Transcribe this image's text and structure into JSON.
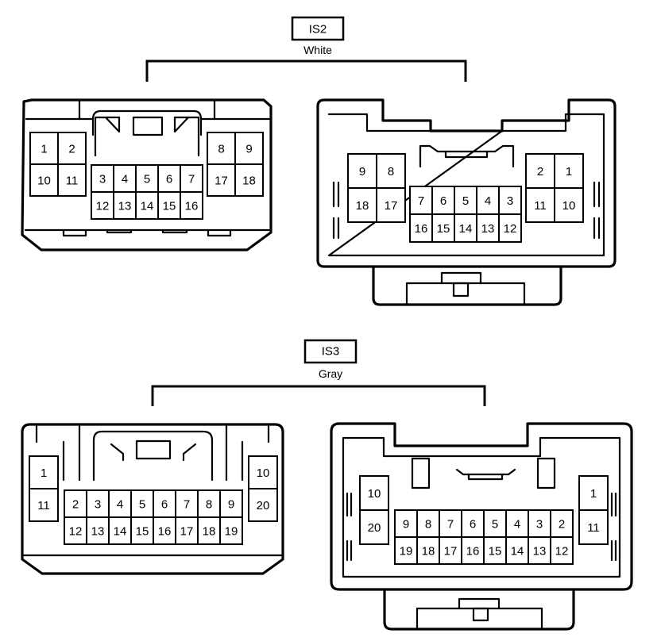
{
  "connectors": [
    {
      "id": "IS2",
      "color": "White",
      "left": {
        "left_block": [
          [
            "1",
            "2"
          ],
          [
            "10",
            "11"
          ]
        ],
        "right_block": [
          [
            "8",
            "9"
          ],
          [
            "17",
            "18"
          ]
        ],
        "center_block": [
          [
            "3",
            "4",
            "5",
            "6",
            "7"
          ],
          [
            "12",
            "13",
            "14",
            "15",
            "16"
          ]
        ]
      },
      "right": {
        "left_block": [
          [
            "9",
            "8"
          ],
          [
            "18",
            "17"
          ]
        ],
        "right_block": [
          [
            "2",
            "1"
          ],
          [
            "11",
            "10"
          ]
        ],
        "center_block": [
          [
            "7",
            "6",
            "5",
            "4",
            "3"
          ],
          [
            "16",
            "15",
            "14",
            "13",
            "12"
          ]
        ]
      }
    },
    {
      "id": "IS3",
      "color": "Gray",
      "left": {
        "left_block": [
          [
            "1"
          ],
          [
            "11"
          ]
        ],
        "right_block": [
          [
            "10"
          ],
          [
            "20"
          ]
        ],
        "center_block": [
          [
            "2",
            "3",
            "4",
            "5",
            "6",
            "7",
            "8",
            "9"
          ],
          [
            "12",
            "13",
            "14",
            "15",
            "16",
            "17",
            "18",
            "19"
          ]
        ]
      },
      "right": {
        "left_block": [
          [
            "10"
          ],
          [
            "20"
          ]
        ],
        "right_block": [
          [
            "1"
          ],
          [
            "11"
          ]
        ],
        "center_block": [
          [
            "9",
            "8",
            "7",
            "6",
            "5",
            "4",
            "3",
            "2"
          ],
          [
            "19",
            "18",
            "17",
            "16",
            "15",
            "14",
            "13",
            "12"
          ]
        ]
      }
    }
  ]
}
